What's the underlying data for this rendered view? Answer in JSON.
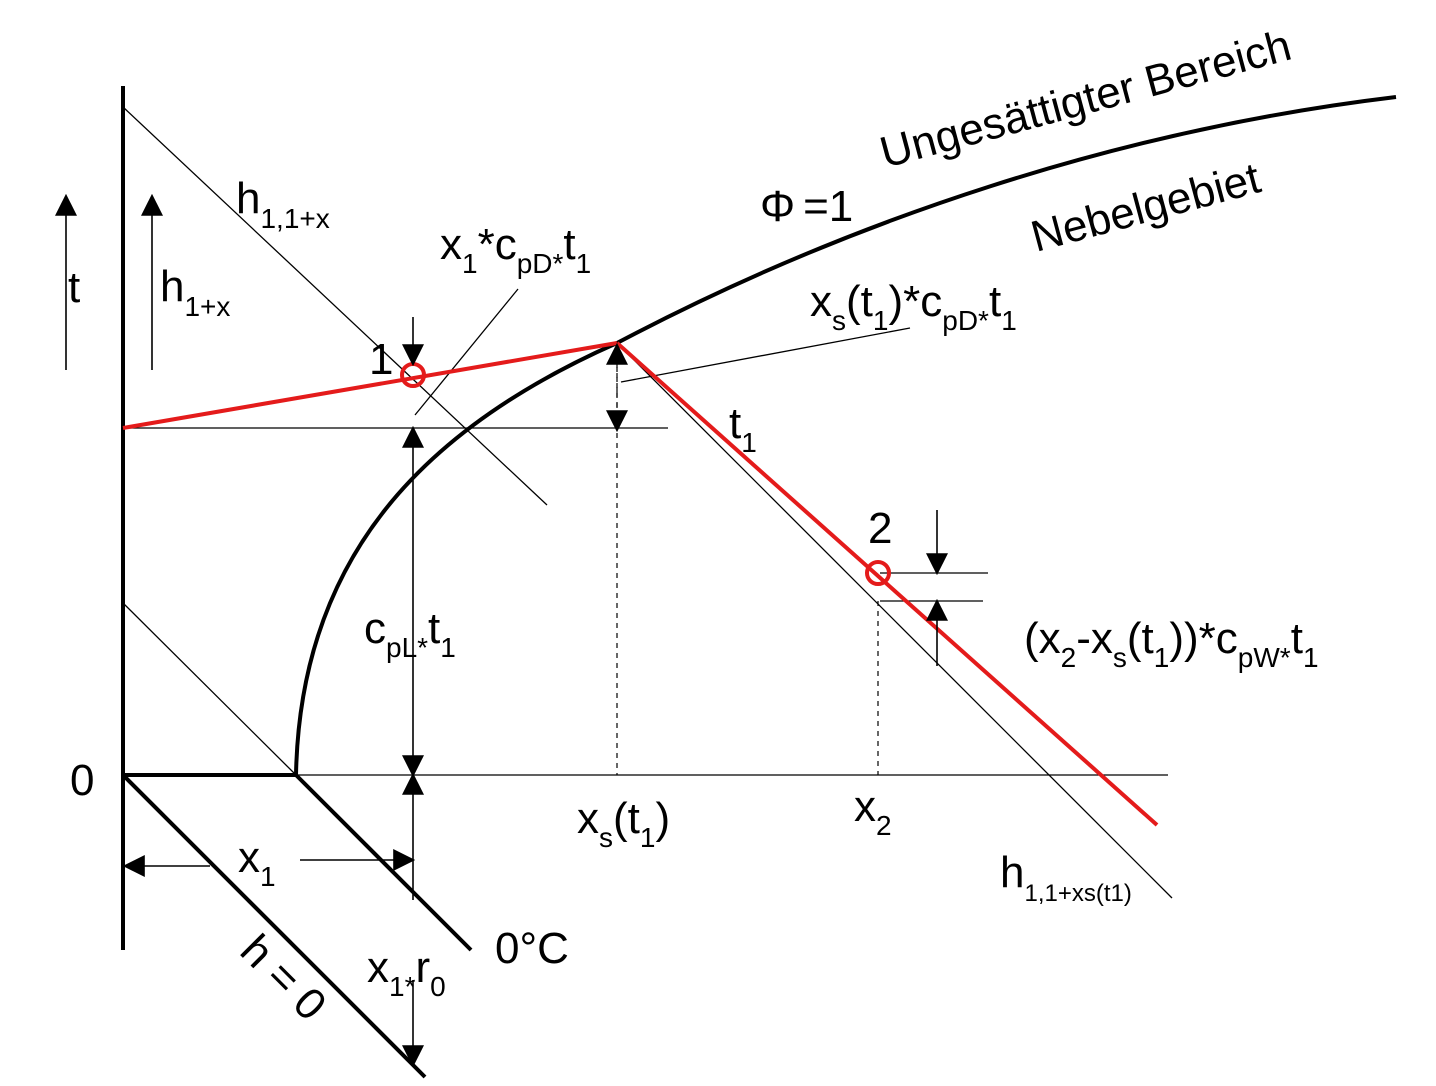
{
  "colors": {
    "process_line": "#e41b1b",
    "lines": "#000000",
    "background": "#ffffff"
  },
  "labels": {
    "region_unsaturated": "Ungesättigter Bereich",
    "region_fog": "Nebelgebiet",
    "phi_symbol": "Φ",
    "phi_value": "=1",
    "axis_t": "t",
    "zero": "0",
    "point_1": "1",
    "point_2": "2",
    "zero_celsius": "0°C",
    "h_zero": "h = 0",
    "h_11x_main": "h",
    "h_11x_sub": "1,1+x",
    "h_1x_main": "h",
    "h_1x_sub": "1+x",
    "x1cpDt1": {
      "a": "x",
      "a_sub": "1",
      "b": "*c",
      "b_sub": "pD*",
      "c": "t",
      "c_sub": "1"
    },
    "xst1cpDt1": {
      "a": "x",
      "a_sub": "s",
      "b": "(t",
      "b_sub": "1",
      "c": ")*c",
      "c_sub": "pD*",
      "d": "t",
      "d_sub": "1"
    },
    "t1": {
      "main": "t",
      "sub": "1"
    },
    "cpLt1": {
      "a": "c",
      "a_sub": "pL*",
      "b": "t",
      "b_sub": "1"
    },
    "x2xs": {
      "a": "(x",
      "a_sub": "2",
      "b": "-x",
      "b_sub": "s",
      "c": "(t",
      "c_sub": "1",
      "d": "))*c",
      "d_sub": "pW*",
      "e": "t",
      "e_sub": "1"
    },
    "xs_t1": {
      "a": "x",
      "a_sub": "s",
      "b": "(t",
      "b_sub": "1",
      "c": ")"
    },
    "x2": {
      "main": "x",
      "sub": "2"
    },
    "h_11xs": {
      "main": "h",
      "sub": "1,1+xs(t1)"
    },
    "x1": {
      "main": "x",
      "sub": "1"
    },
    "x1r0": {
      "a": "x",
      "a_sub": "1*",
      "b": "r",
      "b_sub": "0"
    }
  }
}
